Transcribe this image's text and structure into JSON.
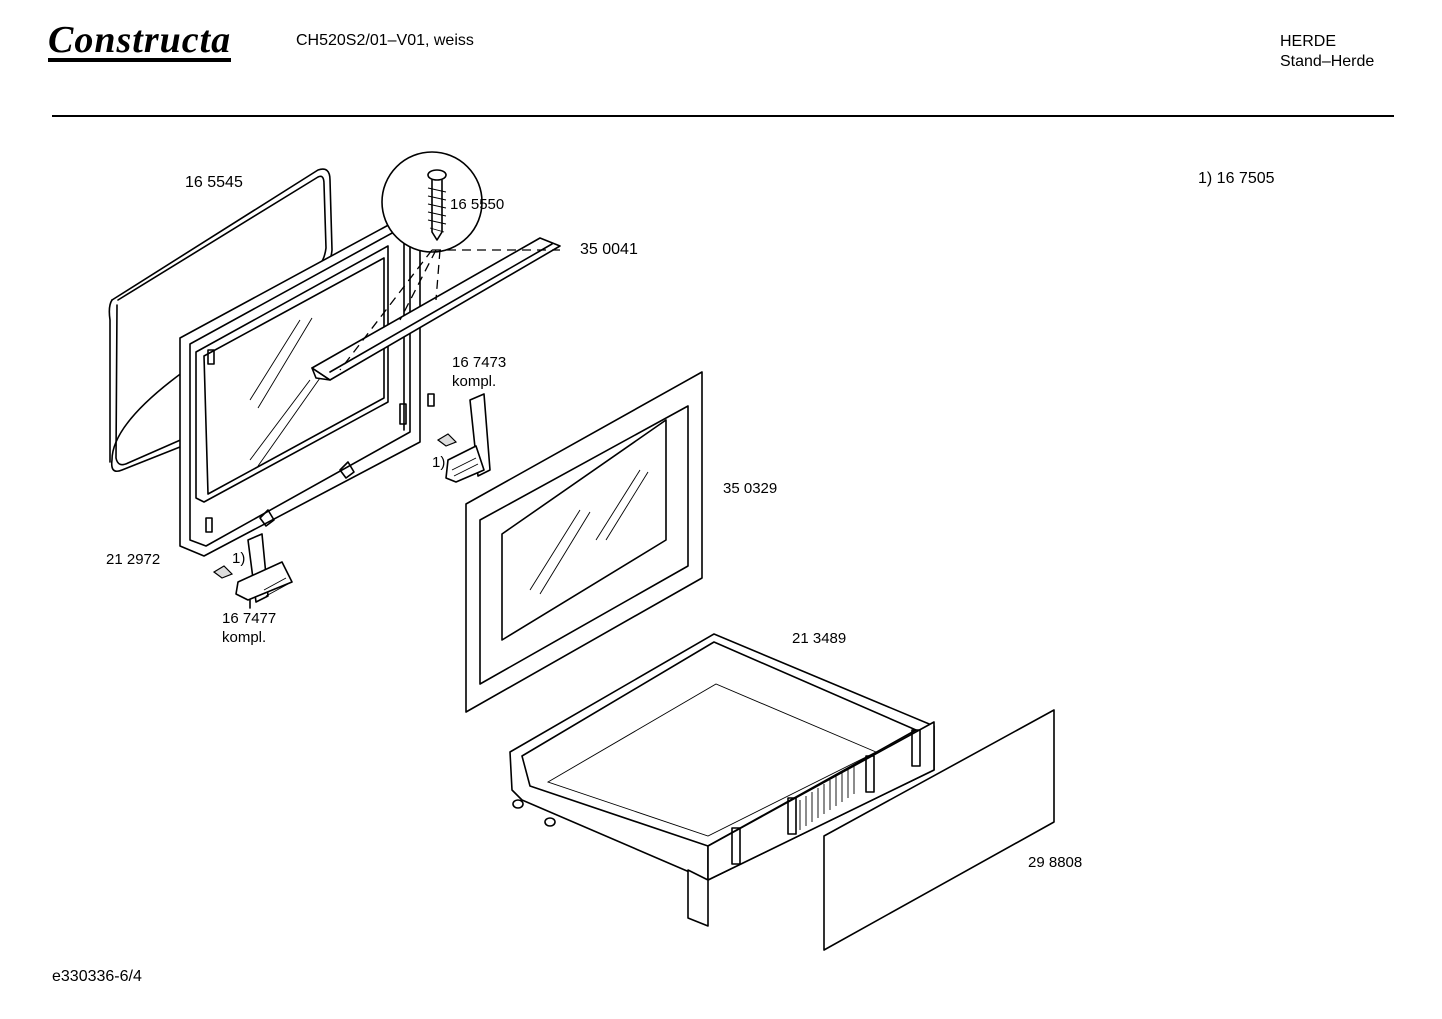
{
  "header": {
    "brand": "Constructa",
    "model": "CH520S2/01–V01, weiss",
    "category_line1": "HERDE",
    "category_line2": "Stand–Herde"
  },
  "footnote": "1)  16 7505",
  "parts": {
    "gasket": "16 5545",
    "screw": "16 5550",
    "handle_strip": "35 0041",
    "hinge_right": "16 7473",
    "hinge_right_note": "kompl.",
    "hinge_right_ref": "1)",
    "outer_glass": "35 0329",
    "inner_door": "21 2972",
    "hinge_left_ref": "1)",
    "hinge_left": "16 7477",
    "hinge_left_note": "kompl.",
    "drawer": "21 3489",
    "drawer_front": "29 8808"
  },
  "footer": {
    "doc_id": "e330336-6/4"
  }
}
